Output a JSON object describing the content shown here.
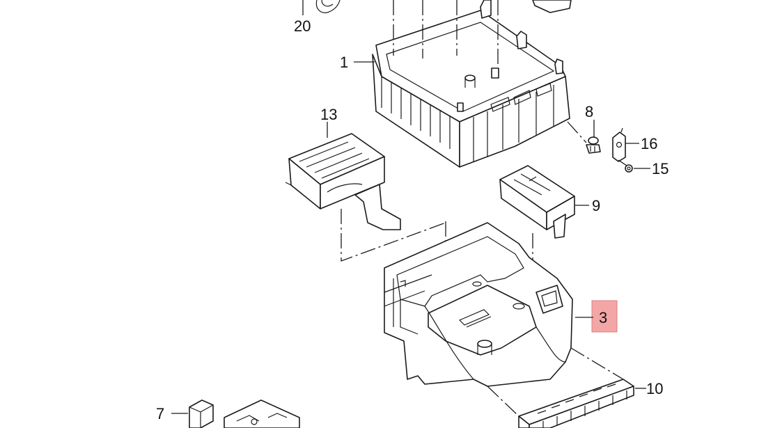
{
  "callouts": [
    {
      "id": "20",
      "label": "20"
    },
    {
      "id": "1",
      "label": "1"
    },
    {
      "id": "8",
      "label": "8"
    },
    {
      "id": "16",
      "label": "16"
    },
    {
      "id": "15",
      "label": "15"
    },
    {
      "id": "13",
      "label": "13"
    },
    {
      "id": "9",
      "label": "9"
    },
    {
      "id": "3",
      "label": "3",
      "highlighted": true
    },
    {
      "id": "10",
      "label": "10"
    },
    {
      "id": "7",
      "label": "7"
    }
  ],
  "colors": {
    "line": "#1a1a1a",
    "highlight": "#f3a6a6"
  }
}
